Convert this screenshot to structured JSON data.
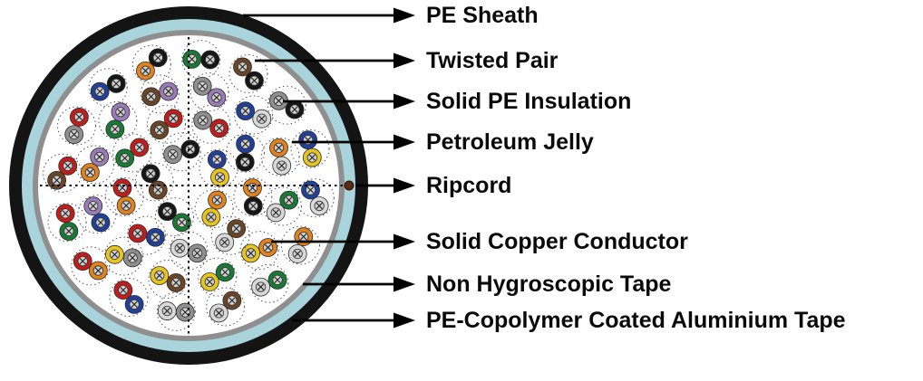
{
  "diagram": {
    "arrow_color": "#000000",
    "labels": [
      {
        "text": "PE Sheath"
      },
      {
        "text": "Twisted Pair"
      },
      {
        "text": "Solid PE Insulation"
      },
      {
        "text": "Petroleum Jelly"
      },
      {
        "text": "Ripcord"
      },
      {
        "text": "Solid Copper Conductor"
      },
      {
        "text": "Non Hygroscopic Tape"
      },
      {
        "text": "PE-Copolymer Coated Aluminium Tape"
      }
    ]
  },
  "cable": {
    "layers": {
      "pe_sheath": "#141414",
      "aluminium_tape": "#a9d4dc",
      "non_hygroscopic_tape": "#8f8f8f",
      "interior": "#ffffff"
    },
    "ripcord": "#5b2a14",
    "conductor_fill": "#cfcfcf",
    "tip_colors": [
      {
        "name": "white",
        "hex": "#d9d9d9"
      },
      {
        "name": "red",
        "hex": "#c21d1d"
      },
      {
        "name": "black",
        "hex": "#161616"
      },
      {
        "name": "yellow",
        "hex": "#e6c51e"
      },
      {
        "name": "violet",
        "hex": "#9a7cb8"
      }
    ],
    "ring_colors": [
      {
        "name": "blue",
        "hex": "#20409a"
      },
      {
        "name": "orange",
        "hex": "#e0821e"
      },
      {
        "name": "green",
        "hex": "#187a35"
      },
      {
        "name": "brown",
        "hex": "#6a4526"
      },
      {
        "name": "slate",
        "hex": "#8f8f8f"
      }
    ]
  }
}
